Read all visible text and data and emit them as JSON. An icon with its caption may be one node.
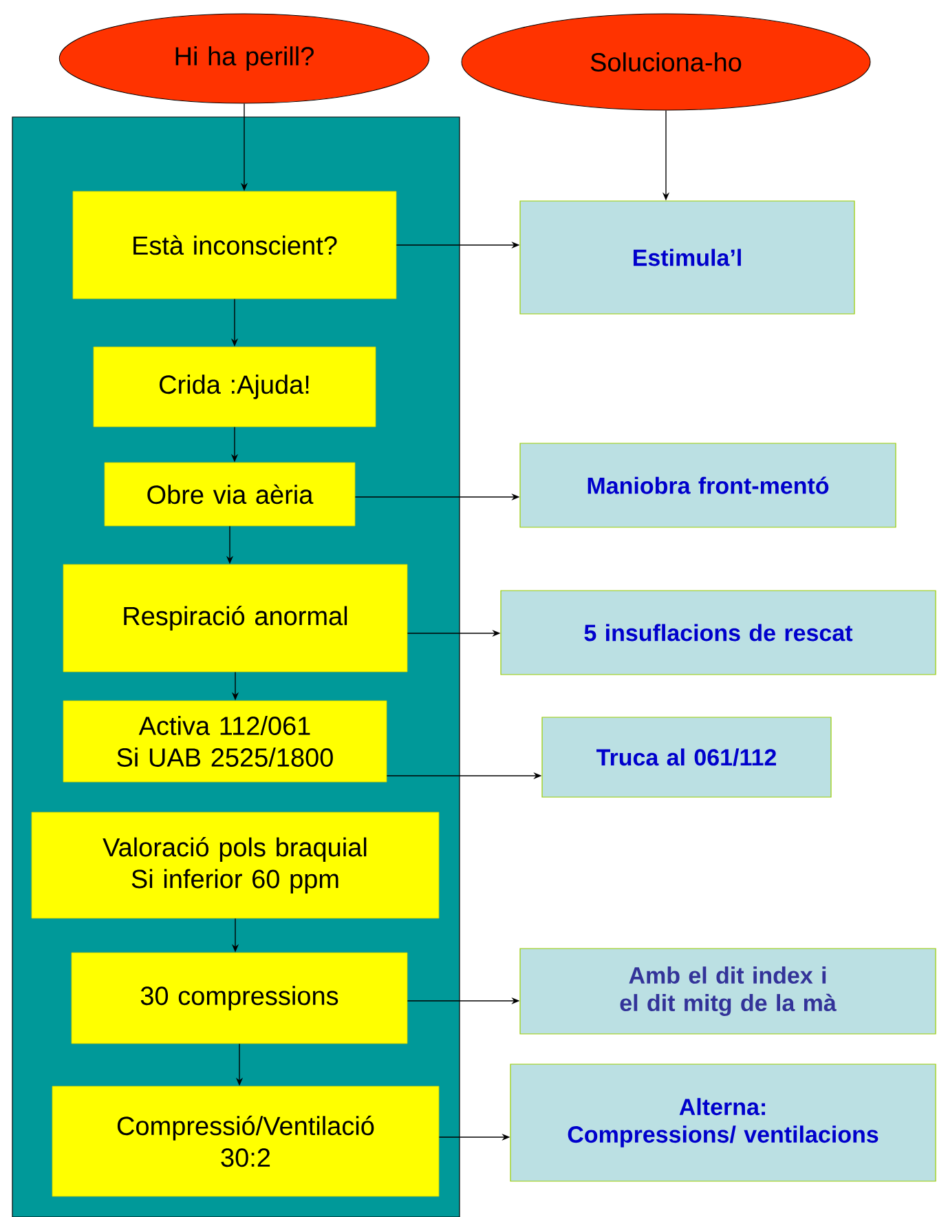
{
  "diagram": {
    "nodes": [
      {
        "text": [
          "Hi ha perill?"
        ]
      },
      {
        "text": [
          "Soluciona-ho"
        ]
      },
      {
        "text": [],
        "shape": "box"
      },
      {
        "text": [
          "Està inconscient?"
        ],
        "in": 2
      },
      {
        "text": [
          "Crida :Ajuda!"
        ],
        "in": 2
      },
      {
        "text": [
          "Obre via aèria"
        ],
        "in": 2
      },
      {
        "text": [
          "Respiració anormal"
        ],
        "in": 2
      },
      {
        "text": [
          "Activa 112/061",
          "Si UAB 2525/1800"
        ],
        "in": 2
      },
      {
        "text": [
          "Valoració pols braquial",
          "Si inferior 60 ppm"
        ],
        "in": 2
      },
      {
        "text": [
          "30 compressions"
        ],
        "in": 2
      },
      {
        "text": [
          "Compressió/Ventilació",
          "30:2"
        ],
        "in": 2
      },
      {
        "text": [
          "Estimula’l"
        ]
      },
      {
        "text": [
          "Maniobra front-mentó"
        ]
      },
      {
        "text": [
          "5 insuflacions de rescat"
        ]
      },
      {
        "text": [
          "Truca al 061/112"
        ]
      },
      {
        "text": [
          "Amb el dit index i el dit mitg de la mà"
        ]
      },
      {
        "text": [
          "Alterna:",
          "Compressions/ ventilacions"
        ]
      }
    ],
    "edges": [
      {
        "from": 0,
        "to": 3,
        "arrow": "to"
      },
      {
        "from": 1,
        "to": 11,
        "arrow": "to"
      },
      {
        "from": 3,
        "to": 4,
        "arrow": "to"
      },
      {
        "from": 3,
        "to": 11,
        "arrow": "to"
      },
      {
        "from": 4,
        "to": 5,
        "arrow": "to"
      },
      {
        "from": 5,
        "to": 6,
        "arrow": "to"
      },
      {
        "from": 5,
        "to": 12,
        "arrow": "to"
      },
      {
        "from": 6,
        "to": 7,
        "arrow": "to"
      },
      {
        "from": 6,
        "to": 13,
        "arrow": "to"
      },
      {
        "from": 7,
        "to": 14,
        "arrow": "to"
      },
      {
        "from": 8,
        "to": 9,
        "arrow": "to"
      },
      {
        "from": 9,
        "to": 10,
        "arrow": "to"
      },
      {
        "from": 9,
        "to": 15,
        "arrow": "to"
      },
      {
        "from": 10,
        "to": 16,
        "arrow": "to"
      }
    ]
  }
}
